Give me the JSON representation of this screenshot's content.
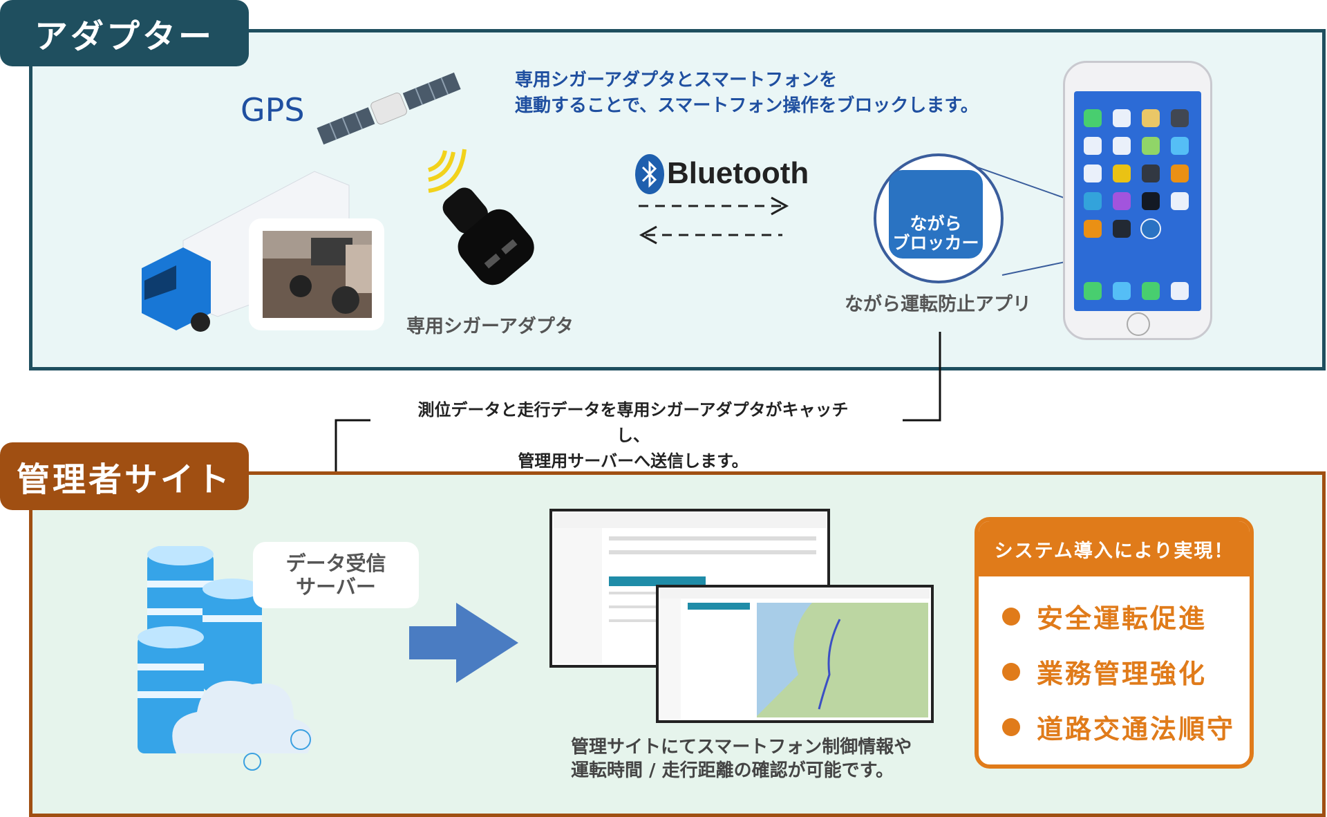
{
  "adapter": {
    "tab_label": "アダプター",
    "gps_label": "GPS",
    "description_line1": "専用シガーアダプタとスマートフォンを",
    "description_line2": "連動することで、スマートフォン操作をブロックします。",
    "bluetooth_label": "Bluetooth",
    "cigar_adapter_label": "専用シガーアダプタ",
    "app_logo_line1": "ながら",
    "app_logo_line2": "ブロッカー",
    "app_label": "ながら運転防止アプリ"
  },
  "flow": {
    "description_line1": "測位データと走行データを専用シガーアダプタがキャッチし、",
    "description_line2": "管理用サーバーへ送信します。"
  },
  "admin": {
    "tab_label": "管理者サイト",
    "server_label_line1": "データ受信",
    "server_label_line2": "サーバー",
    "site_description_line1": "管理サイトにてスマートフォン制御情報や",
    "site_description_line2": "運転時間 / 走行距離の確認が可能です。"
  },
  "results": {
    "heading": "システム導入により実現！",
    "items": [
      "安全運転促進",
      "業務管理強化",
      "道路交通法順守"
    ]
  },
  "colors": {
    "adapter_theme": "#1f4f5f",
    "admin_theme": "#a04f12",
    "result_accent": "#e07b1a",
    "text_blue": "#1f4fa0"
  }
}
